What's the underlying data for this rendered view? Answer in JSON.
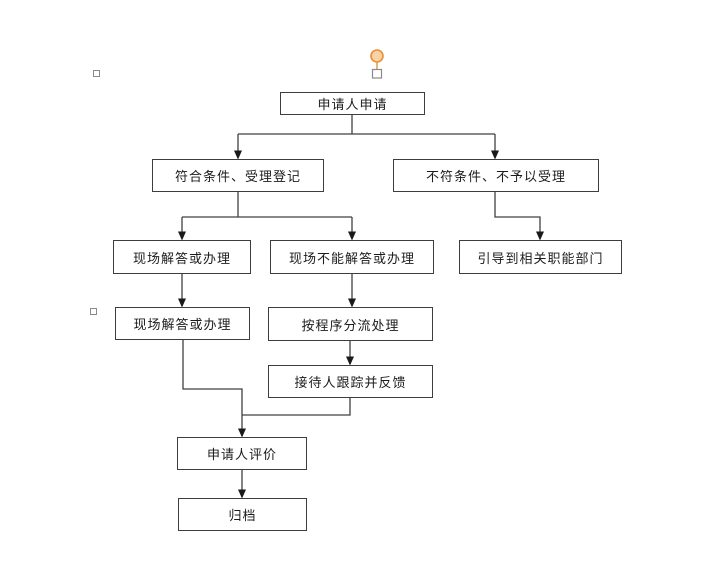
{
  "flowchart": {
    "nodes": {
      "apply": {
        "label": "申请人申请"
      },
      "accept": {
        "label": "符合条件、受理登记"
      },
      "reject": {
        "label": "不符条件、不予以受理"
      },
      "onsite1": {
        "label": "现场解答或办理"
      },
      "cannot": {
        "label": "现场不能解答或办理"
      },
      "guide": {
        "label": "引导到相关职能部门"
      },
      "onsite2": {
        "label": "现场解答或办理"
      },
      "procedure": {
        "label": "按程序分流处理"
      },
      "track": {
        "label": "接待人跟踪并反馈"
      },
      "evaluate": {
        "label": "申请人评价"
      },
      "archive": {
        "label": "归档"
      }
    },
    "colors": {
      "box_border": "#3d3d3d",
      "connector": "#404040",
      "arrowhead": "#1a1a1a",
      "rotation_handle_stroke": "#e6903c",
      "rotation_handle_fill": "#fbd3a2",
      "selection_handle_border": "#8a8a8a"
    }
  }
}
